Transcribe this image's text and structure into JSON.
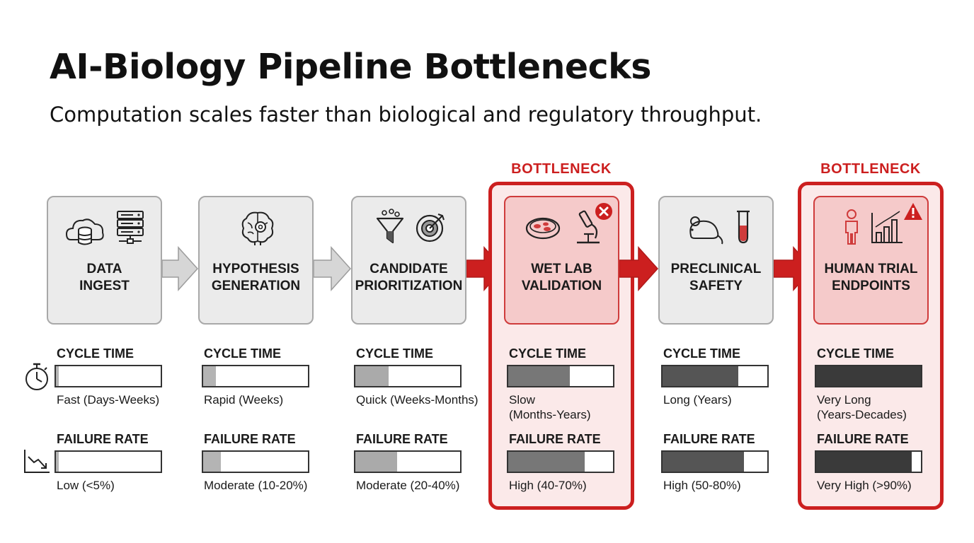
{
  "title": "AI-Biology Pipeline Bottlenecks",
  "subtitle": "Computation scales faster than biological and regulatory throughput.",
  "bottleneck_label": "BOTTLENECK",
  "stages": [
    {
      "label_line1": "DATA",
      "label_line2": "INGEST",
      "icons": [
        "cloud-database-icon",
        "server-network-icon"
      ],
      "bottleneck": false,
      "cycle_title": "CYCLE TIME",
      "cycle_value": "Fast (Days-Weeks)",
      "cycle_value_line2": "",
      "cycle_level": 0.03,
      "failure_title": "FAILURE RATE",
      "failure_value": "Low (<5%)",
      "failure_level": 0.03,
      "fill_color": "#b4b4b4"
    },
    {
      "label_line1": "HYPOTHESIS",
      "label_line2": "GENERATION",
      "icons": [
        "brain-gear-icon"
      ],
      "bottleneck": false,
      "cycle_title": "CYCLE TIME",
      "cycle_value": "Rapid (Weeks)",
      "cycle_value_line2": "",
      "cycle_level": 0.12,
      "failure_title": "FAILURE RATE",
      "failure_value": "Moderate (10-20%)",
      "failure_level": 0.17,
      "fill_color": "#b4b4b4"
    },
    {
      "label_line1": "CANDIDATE",
      "label_line2": "PRIORITIZATION",
      "icons": [
        "funnel-icon",
        "target-icon"
      ],
      "bottleneck": false,
      "cycle_title": "CYCLE TIME",
      "cycle_value": "Quick (Weeks-Months)",
      "cycle_value_line2": "",
      "cycle_level": 0.32,
      "failure_title": "FAILURE RATE",
      "failure_value": "Moderate (20-40%)",
      "failure_level": 0.4,
      "fill_color": "#aaaaaa"
    },
    {
      "label_line1": "WET LAB",
      "label_line2": "VALIDATION",
      "icons": [
        "petri-dish-icon",
        "microscope-icon"
      ],
      "bottleneck": true,
      "badge": "error-x-icon",
      "cycle_title": "CYCLE TIME",
      "cycle_value": "Slow",
      "cycle_value_line2": "(Months-Years)",
      "cycle_level": 0.59,
      "failure_title": "FAILURE RATE",
      "failure_value": "High (40-70%)",
      "failure_level": 0.73,
      "fill_color": "#777777"
    },
    {
      "label_line1": "PRECLINICAL",
      "label_line2": "SAFETY",
      "icons": [
        "mouse-icon",
        "test-tube-icon"
      ],
      "bottleneck": false,
      "cycle_title": "CYCLE TIME",
      "cycle_value": "Long (Years)",
      "cycle_value_line2": "",
      "cycle_level": 0.72,
      "failure_title": "FAILURE RATE",
      "failure_value": "High (50-80%)",
      "failure_level": 0.78,
      "fill_color": "#555555"
    },
    {
      "label_line1": "HUMAN TRIAL",
      "label_line2": "ENDPOINTS",
      "icons": [
        "person-icon",
        "bar-chart-icon"
      ],
      "bottleneck": true,
      "badge": "warning-icon",
      "cycle_title": "CYCLE TIME",
      "cycle_value": "Very Long",
      "cycle_value_line2": "(Years-Decades)",
      "cycle_level": 1.0,
      "failure_title": "FAILURE RATE",
      "failure_value": "Very High (>90%)",
      "failure_level": 0.91,
      "fill_color": "#3a3a3a"
    }
  ],
  "row_icons": [
    "stopwatch-icon",
    "declining-chart-icon"
  ],
  "colors": {
    "accent_red": "#cc1f1f",
    "arrow_gray": "#d6d6d6",
    "card_gray": "#ebebeb",
    "card_red": "#f5caca"
  }
}
